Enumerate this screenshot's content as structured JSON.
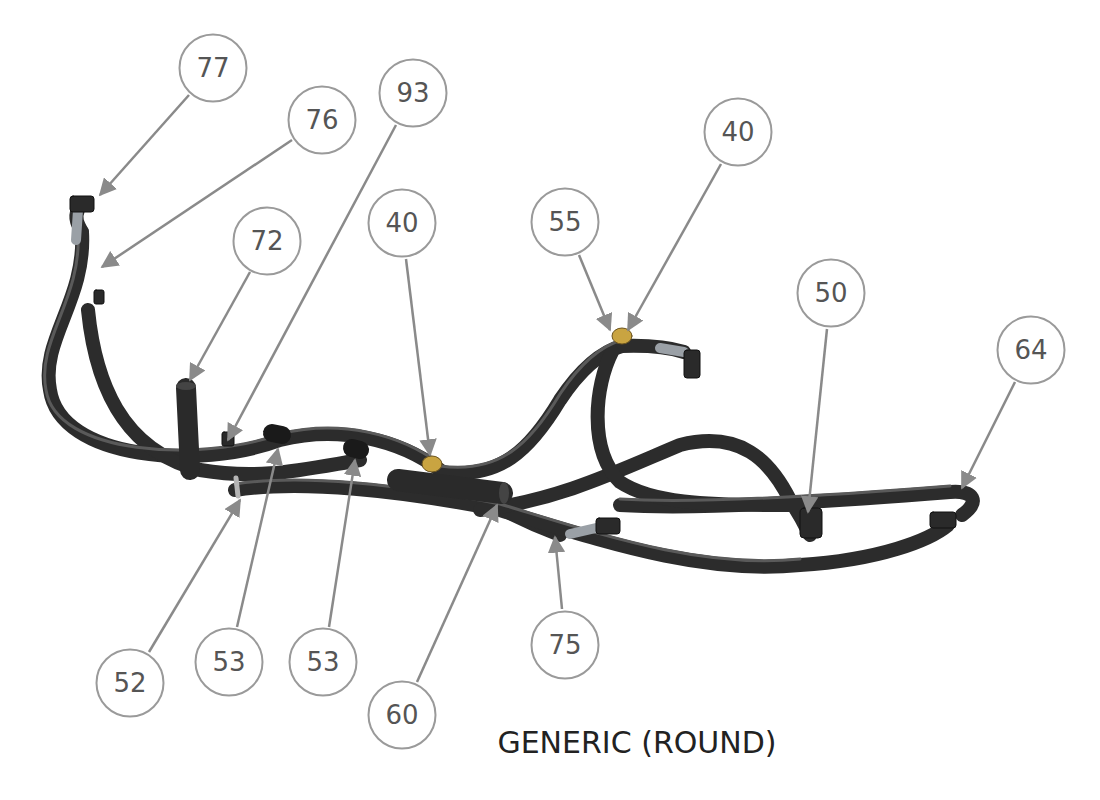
{
  "diagram": {
    "caption": "GENERIC (ROUND)",
    "nodes": [
      {
        "text": [
          "77"
        ]
      },
      {
        "text": [
          "76"
        ]
      },
      {
        "text": [
          "93"
        ]
      },
      {
        "text": [
          "72"
        ]
      },
      {
        "text": [
          "40"
        ]
      },
      {
        "text": [
          "55"
        ]
      },
      {
        "text": [
          "40"
        ]
      },
      {
        "text": [
          "50"
        ]
      },
      {
        "text": [
          "64"
        ]
      },
      {
        "text": [
          "52"
        ]
      },
      {
        "text": [
          "53"
        ]
      },
      {
        "text": [
          "53"
        ]
      },
      {
        "text": [
          "60"
        ]
      },
      {
        "text": [
          "75"
        ]
      }
    ]
  }
}
